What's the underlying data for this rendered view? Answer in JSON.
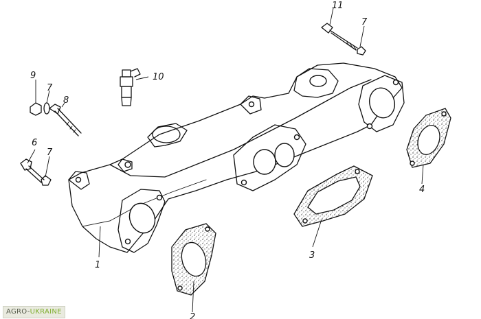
{
  "diagram": {
    "callouts": {
      "manifold": "1",
      "gasket_bottom": "2",
      "gasket_middle": "3",
      "gasket_right": "4",
      "bolt_left": "6",
      "washer_left": "7",
      "washer_mid": "7",
      "washer_top": "7",
      "long_bolt": "8",
      "nut": "9",
      "sensor": "10",
      "top_bolt": "11"
    }
  },
  "watermark": {
    "part1": "AGRO-",
    "part2": "UKRAINE"
  },
  "colors": {
    "line": "#111111",
    "watermark_bg": "#e9eadf",
    "watermark_green": "#7fae2e"
  }
}
